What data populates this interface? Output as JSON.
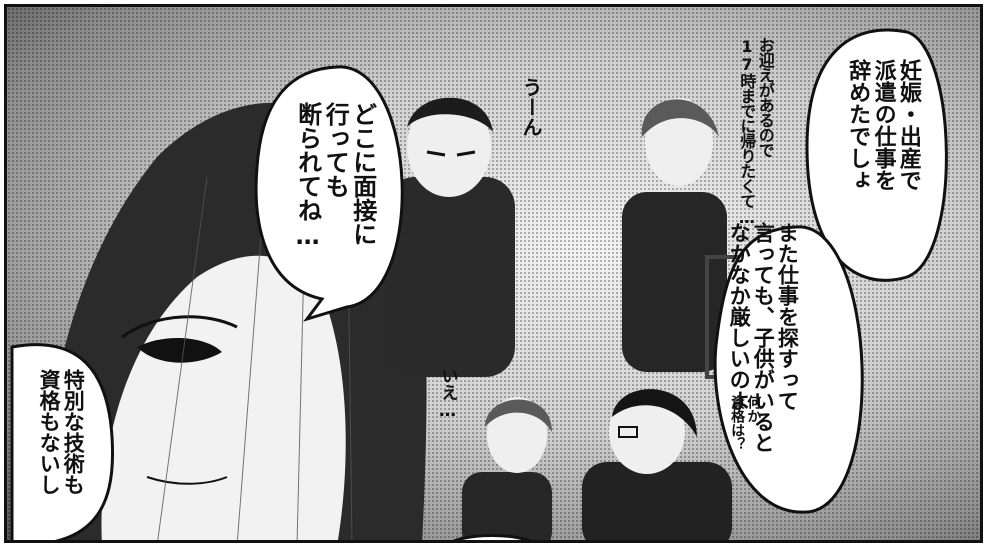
{
  "panel": {
    "bubble_right_upper": "妊娠・出産で\n派遣の仕事を\n辞めたでしょ",
    "bubble_right_lower": "また仕事を探すって\n言っても、子供がいると\nなかなか厳しいのよ",
    "bubble_center": "どこに面接に\n行っても\n断られてね…",
    "bubble_left_bottom": "特別な技術も\n資格もないし",
    "handwritten_top": "お迎えがあるので\n17時までに帰りたくて…",
    "sfx_hmm": "うーん",
    "small_reply": "いえ…",
    "small_question": "何か\n資格は？"
  }
}
